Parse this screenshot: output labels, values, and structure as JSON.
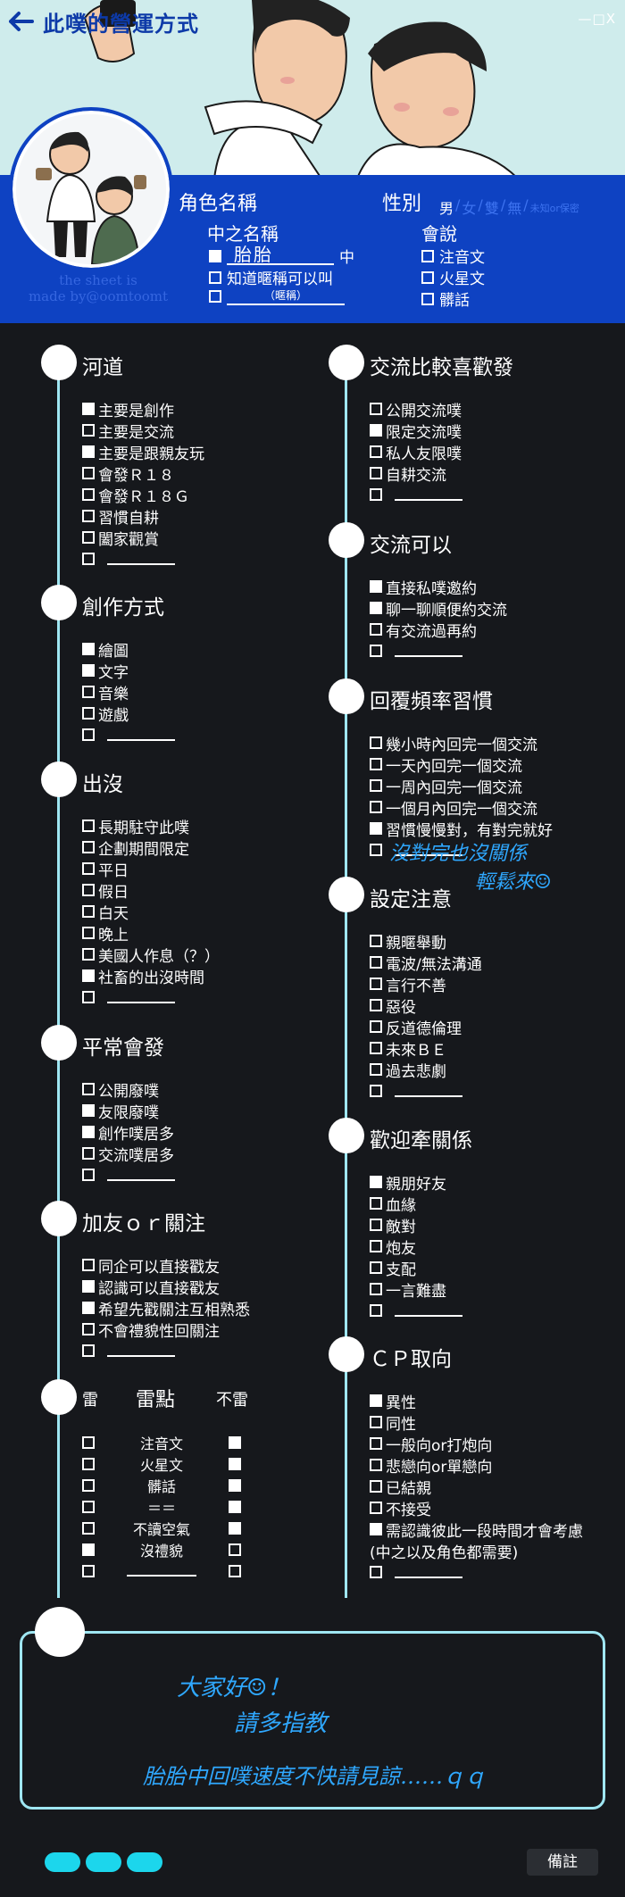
{
  "header": {
    "title": "此噗的營運方式",
    "window_controls": "—□X",
    "credit_line1": "the sheet is",
    "credit_line2": "made by@oomtoomt",
    "colors": {
      "accent_blue": "#0e42c2",
      "sky": "#cfecec",
      "line_cyan": "#9fe6f2"
    }
  },
  "profile": {
    "role_name_label": "角色名稱",
    "gender_label": "性別",
    "gender_options": [
      "男",
      "女",
      "雙",
      "無",
      "未知or保密"
    ],
    "chinese_name_label": "中之名稱",
    "chinese_name_value": "胎胎",
    "chinese_name_suffix": "中",
    "know_nick_label": "知道暱稱可以叫",
    "nick_placeholder": "（暱稱）",
    "speak_label": "會說",
    "speak_options": [
      {
        "label": "注音文",
        "checked": true
      },
      {
        "label": "火星文",
        "checked": false
      },
      {
        "label": "髒話",
        "checked": false
      }
    ]
  },
  "sections": {
    "hedao": {
      "title": "河道",
      "options": [
        {
          "label": "主要是創作",
          "checked": true
        },
        {
          "label": "主要是交流",
          "checked": false
        },
        {
          "label": "主要是跟親友玩",
          "checked": true
        },
        {
          "label": "會發Ｒ１８",
          "checked": false
        },
        {
          "label": "會發Ｒ１８Ｇ",
          "checked": false
        },
        {
          "label": "習慣自耕",
          "checked": false
        },
        {
          "label": "闔家觀賞",
          "checked": false
        }
      ]
    },
    "create": {
      "title": "創作方式",
      "options": [
        {
          "label": "繪圖",
          "checked": true
        },
        {
          "label": "文字",
          "checked": true
        },
        {
          "label": "音樂",
          "checked": false
        },
        {
          "label": "遊戲",
          "checked": false
        }
      ]
    },
    "haunt": {
      "title": "出沒",
      "options": [
        {
          "label": "長期駐守此噗",
          "checked": false
        },
        {
          "label": "企劃期間限定",
          "checked": false
        },
        {
          "label": "平日",
          "checked": false
        },
        {
          "label": "假日",
          "checked": false
        },
        {
          "label": "白天",
          "checked": false
        },
        {
          "label": "晚上",
          "checked": false
        },
        {
          "label": "美國人作息（？）",
          "checked": false
        },
        {
          "label": "社畜的出沒時間",
          "checked": true
        }
      ]
    },
    "usual": {
      "title": "平常會發",
      "options": [
        {
          "label": "公開廢噗",
          "checked": false
        },
        {
          "label": "友限廢噗",
          "checked": true
        },
        {
          "label": "創作噗居多",
          "checked": true
        },
        {
          "label": "交流噗居多",
          "checked": false
        }
      ]
    },
    "follow": {
      "title": "加友ｏｒ關注",
      "options": [
        {
          "label": "同企可以直接戳友",
          "checked": false
        },
        {
          "label": "認識可以直接戳友",
          "checked": true
        },
        {
          "label": "希望先戳關注互相熟悉",
          "checked": true
        },
        {
          "label": "不會禮貌性回關注",
          "checked": false
        }
      ]
    },
    "exchange_pref": {
      "title": "交流比較喜歡發",
      "options": [
        {
          "label": "公開交流噗",
          "checked": false
        },
        {
          "label": "限定交流噗",
          "checked": true
        },
        {
          "label": "私人友限噗",
          "checked": false
        },
        {
          "label": "自耕交流",
          "checked": false
        }
      ]
    },
    "exchange_ok": {
      "title": "交流可以",
      "options": [
        {
          "label": "直接私噗邀約",
          "checked": true
        },
        {
          "label": "聊一聊順便約交流",
          "checked": true
        },
        {
          "label": "有交流過再約",
          "checked": false
        }
      ]
    },
    "reply": {
      "title": "回覆頻率習慣",
      "options": [
        {
          "label": "幾小時內回完一個交流",
          "checked": false
        },
        {
          "label": "一天內回完一個交流",
          "checked": false
        },
        {
          "label": "一周內回完一個交流",
          "checked": false
        },
        {
          "label": "一個月內回完一個交流",
          "checked": false
        },
        {
          "label": "習慣慢慢對，有對完就好",
          "checked": true
        }
      ],
      "handwritten_1": "沒對完也沒關係",
      "handwritten_2": "輕鬆來☺"
    },
    "setting_note": {
      "title": "設定注意",
      "options": [
        {
          "label": "親暱舉動",
          "checked": false
        },
        {
          "label": "電波/無法溝通",
          "checked": false
        },
        {
          "label": "言行不善",
          "checked": false
        },
        {
          "label": "惡役",
          "checked": false
        },
        {
          "label": "反道德倫理",
          "checked": false
        },
        {
          "label": "未來ＢＥ",
          "checked": false
        },
        {
          "label": "過去悲劇",
          "checked": false
        }
      ]
    },
    "relations": {
      "title": "歡迎牽關係",
      "options": [
        {
          "label": "親朋好友",
          "checked": true
        },
        {
          "label": "血緣",
          "checked": false
        },
        {
          "label": "敵對",
          "checked": false
        },
        {
          "label": "炮友",
          "checked": false
        },
        {
          "label": "支配",
          "checked": false
        },
        {
          "label": "一言難盡",
          "checked": false
        }
      ]
    },
    "cp": {
      "title": "ＣＰ取向",
      "options": [
        {
          "label": "異性",
          "checked": true
        },
        {
          "label": "同性",
          "checked": false
        },
        {
          "label": "一般向or打炮向",
          "checked": false
        },
        {
          "label": "悲戀向or單戀向",
          "checked": false
        },
        {
          "label": "已結親",
          "checked": false
        },
        {
          "label": "不接受",
          "checked": false
        },
        {
          "label": "需認識彼此一段時間才會考慮",
          "checked": true
        }
      ],
      "extra_line": "(中之以及角色都需要)"
    }
  },
  "lei": {
    "label_lei": "雷",
    "label_points": "雷點",
    "label_not_lei": "不雷",
    "rows": [
      {
        "label": "注音文",
        "lei": false,
        "not_lei": true
      },
      {
        "label": "火星文",
        "lei": false,
        "not_lei": true
      },
      {
        "label": "髒話",
        "lei": false,
        "not_lei": true
      },
      {
        "label": "＝＝",
        "lei": false,
        "not_lei": true
      },
      {
        "label": "不讀空氣",
        "lei": false,
        "not_lei": true
      },
      {
        "label": "沒禮貌",
        "lei": true,
        "not_lei": false
      }
    ]
  },
  "note": {
    "line1": "大家好☺！",
    "line2": "請多指教",
    "line3": "胎胎中回噗速度不快請見諒……ｑｑ"
  },
  "footer": {
    "memo_label": "備註"
  }
}
